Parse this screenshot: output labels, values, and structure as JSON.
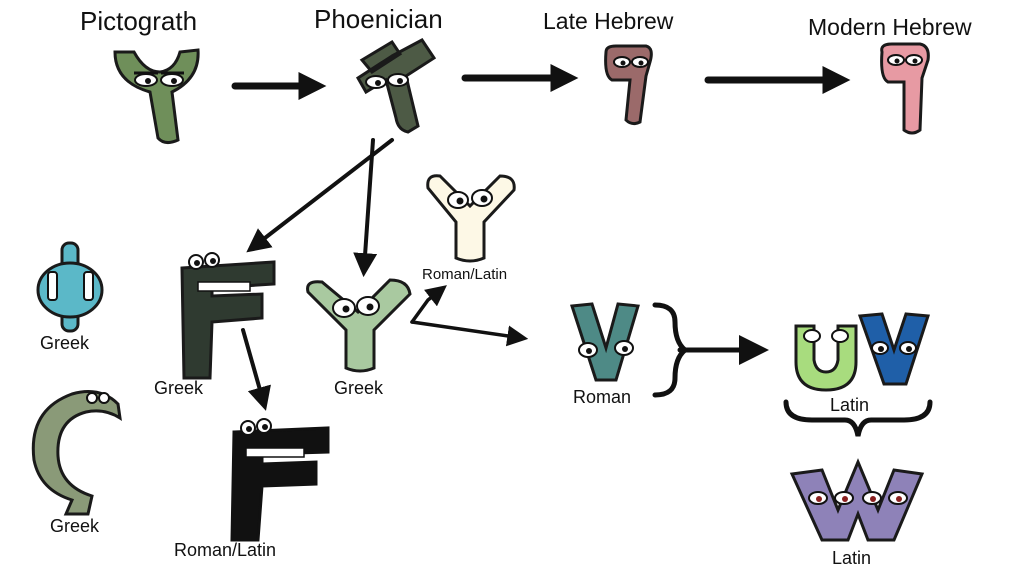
{
  "stages": {
    "pictograph": "Pictograth",
    "phoenician": "Phoenician",
    "late_hebrew": "Late Hebrew",
    "modern_hebrew": "Modern Hebrew"
  },
  "branches": {
    "greek_phi": "Greek",
    "greek_digamma": "Greek",
    "greek_upsilon": "Greek",
    "greek_koppa": "Greek",
    "roman_latin_f": "Roman/Latin",
    "roman_latin_y": "Roman/Latin",
    "roman_v": "Roman",
    "latin_uv": "Latin",
    "latin_w": "Latin"
  },
  "colors": {
    "pictograph": "#6f8f5a",
    "phoenician": "#4d5a45",
    "late_hebrew": "#9b6a6a",
    "modern_hebrew": "#e79aa3",
    "greek_phi": "#5bb8c8",
    "greek_digamma": "#2f3a30",
    "greek_upsilon": "#a9c9a0",
    "greek_koppa": "#8a9a78",
    "roman_latin_f": "#111111",
    "roman_latin_y": "#fdf8e6",
    "roman_v": "#4e8a86",
    "latin_u": "#a8dc7e",
    "latin_v": "#1f5fa8",
    "latin_w": "#8e82b8"
  }
}
